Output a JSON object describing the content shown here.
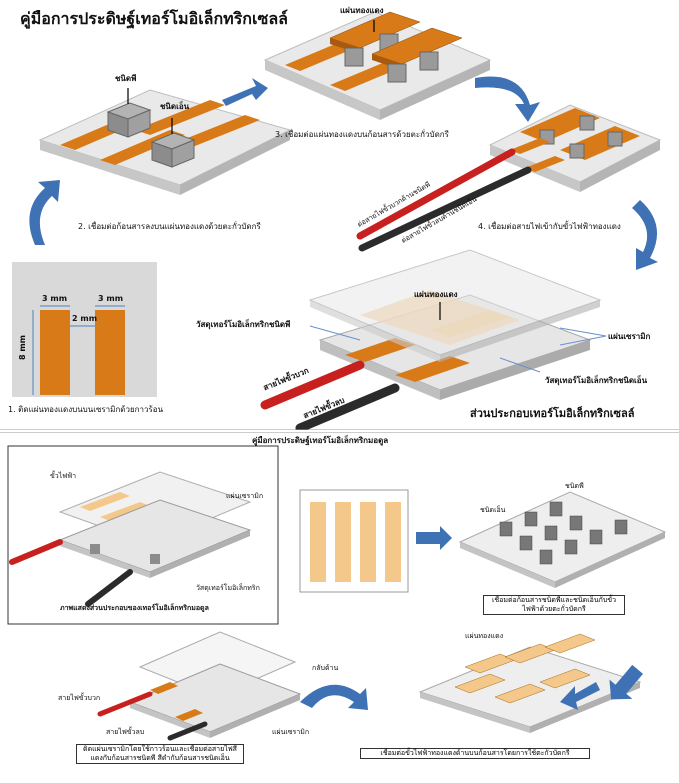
{
  "top": {
    "title": "คู่มือการประดิษฐ์เทอร์โมอิเล็กทริกเซลล์",
    "step1": "1. ติดแผ่นทองแดงบนบนเซรามิกด้วยกาวร้อน",
    "step2": "2. เชื่อมต่อก้อนสารลงบนแผ่นทองแดงด้วยตะกั่วบัดกรี",
    "step3": "3. เชื่อมต่อแผ่นทองแดงบนก้อนสารด้วยตะกั่วบัดกรี",
    "step4": "4. เชื่อมต่อสายไฟเข้ากับขั้วไฟฟ้าทองแดง",
    "p_type": "ชนิดพี",
    "n_type": "ชนิดเอ็น",
    "copper_sheet": "แผ่นทองแดง",
    "wire_pos_p": "ต่อสายไฟขั้วบวกด้านชนิดพี",
    "wire_neg_n": "ต่อสายไฟขั้วลบด้านชนิดเอ็น",
    "dim_w1": "3 mm",
    "dim_w2": "3 mm",
    "dim_gap": "2 mm",
    "dim_h": "8 mm",
    "assembly": {
      "copper": "แผ่นทองแดง",
      "p_material": "วัสดุเทอร์โมอิเล็กทริกชนิดพี",
      "ceramic": "แผ่นเซรามิก",
      "n_material": "วัสดุเทอร์โมอิเล็กทริกชนิดเอ็น",
      "wire_pos": "สายไฟขั้วบวก",
      "wire_neg": "สายไฟขั้วลบ",
      "caption": "ส่วนประกอบเทอร์โมอิเล็กทริกเซลล์"
    }
  },
  "bottom": {
    "title": "คู่มือการประดิษฐ์เทอร์โมอิเล็กทริกมอดูล",
    "module": {
      "electrode": "ขั้วไฟฟ้า",
      "ceramic": "แผ่นเซรามิก",
      "material": "วัสดุเทอร์โมอิเล็กทริก",
      "caption": "ภาพแสดงส่วนประกอบของเทอร์โมอิเล็กทริกมอดูล"
    },
    "n_type": "ชนิดเอ็น",
    "p_type": "ชนิดพี",
    "step_join_pn": "เชื่อมต่อก้อนสารชนิดพีและชนิดเอ็นกับขั้วไฟฟ้าด้วยตะกั่วบัดกรี",
    "copper_sheet": "แผ่นทองแดง",
    "flip": "กลับด้าน",
    "wire_pos": "สายไฟขั้วบวก",
    "wire_neg": "สายไฟขั้วลบ",
    "ceramic": "แผ่นเซรามิก",
    "step_attach": "ติดแผ่นเซรามิกโดยใช้กาวร้อนและเชื่อมต่อสายไฟสีแดงกับก้อนสารชนิดพี สีดำกับก้อนสารชนิดเอ็น",
    "step_copper": "เชื่อมต่อขั้วไฟฟ้าทองแดงด้านบนก้อนสารโดยการใช้ตะกั่วบัดกรี"
  },
  "colors": {
    "copper": "#d97a18",
    "ceramic": "#dcdcdc",
    "arrow": "#3f72b5",
    "light_copper": "#f3c88a"
  }
}
